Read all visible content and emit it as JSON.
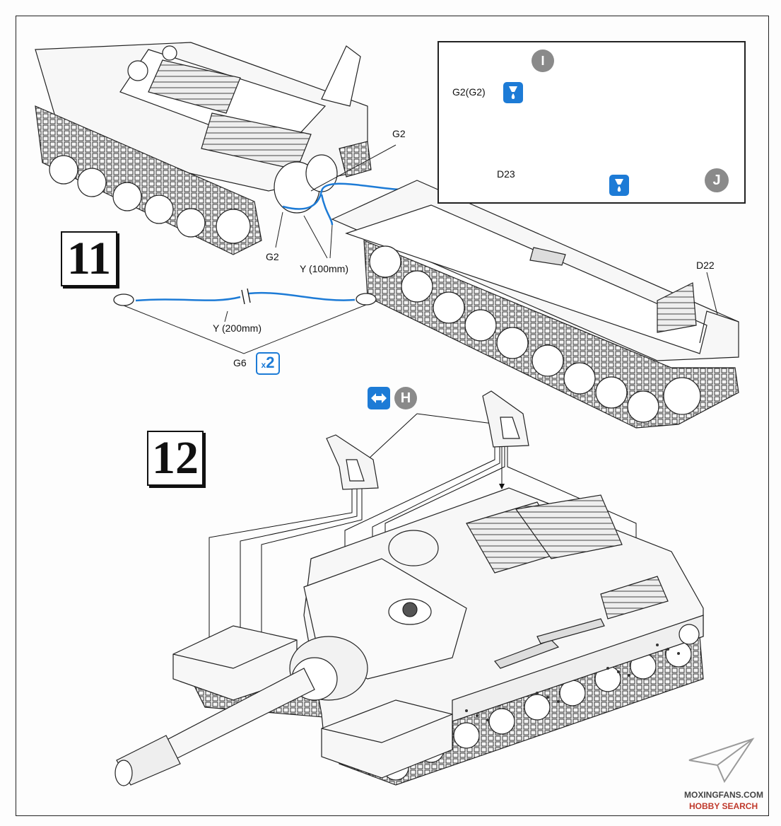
{
  "steps": {
    "step11": "11",
    "step12": "12"
  },
  "parts": {
    "g2_top": "G2",
    "g2_bottom": "G2",
    "y100": "Y (100mm)",
    "y200": "Y (200mm)",
    "g6": "G6",
    "d22": "D22"
  },
  "inset": {
    "g2g2": "G2(G2)",
    "d23": "D23",
    "badge_i": "I",
    "badge_j": "J"
  },
  "icons": {
    "qty_prefix": "x",
    "qty_value": "2",
    "badge_h": "H",
    "glue_icon": "cement-glue-icon",
    "option_icon": "alternate-option-icon"
  },
  "watermark": {
    "site1": "MOXINGFANS.COM",
    "site2": "HOBBY SEARCH"
  },
  "colors": {
    "accent_blue": "#1d7bd6",
    "badge_grey": "#8a8a8a",
    "line_dark": "#111111"
  }
}
